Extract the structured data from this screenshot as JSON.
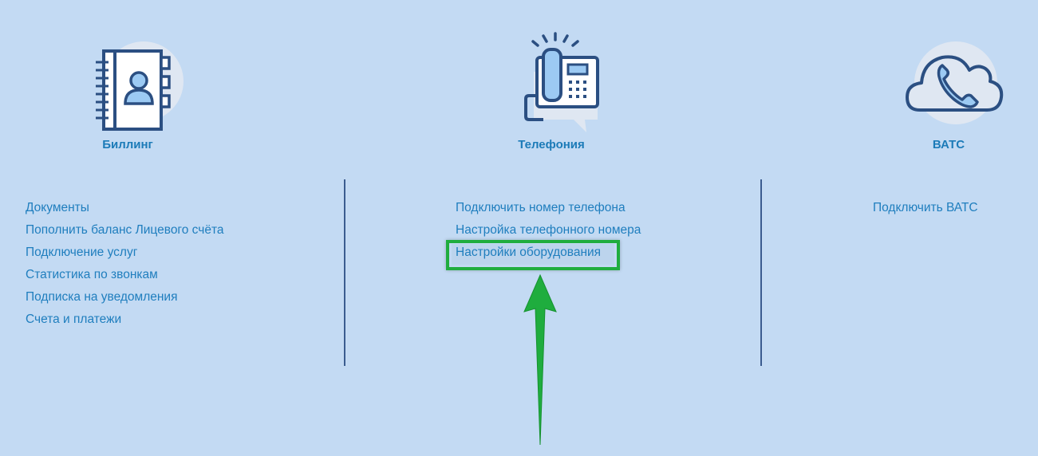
{
  "categories": {
    "billing": {
      "title": "Биллинг",
      "icon": "address-book-icon"
    },
    "telephony": {
      "title": "Телефония",
      "icon": "desk-phone-icon"
    },
    "vats": {
      "title": "ВАТС",
      "icon": "cloud-phone-icon"
    }
  },
  "billing_links": [
    "Документы",
    "Пополнить баланс Лицевого счёта",
    "Подключение услуг",
    "Статистика по звонкам",
    "Подписка на уведомления",
    "Счета и платежи"
  ],
  "telephony_links": [
    "Подключить номер телефона",
    "Настройка телефонного номера",
    "Настройки оборудования"
  ],
  "vats_links": [
    "Подключить ВАТС"
  ],
  "colors": {
    "background": "#c3daf3",
    "link": "#1f7ebe",
    "title": "#1c7bb8",
    "icon_stroke": "#2b4f82",
    "icon_fill": "#9ccaf3",
    "highlight": "#1fad3e"
  }
}
